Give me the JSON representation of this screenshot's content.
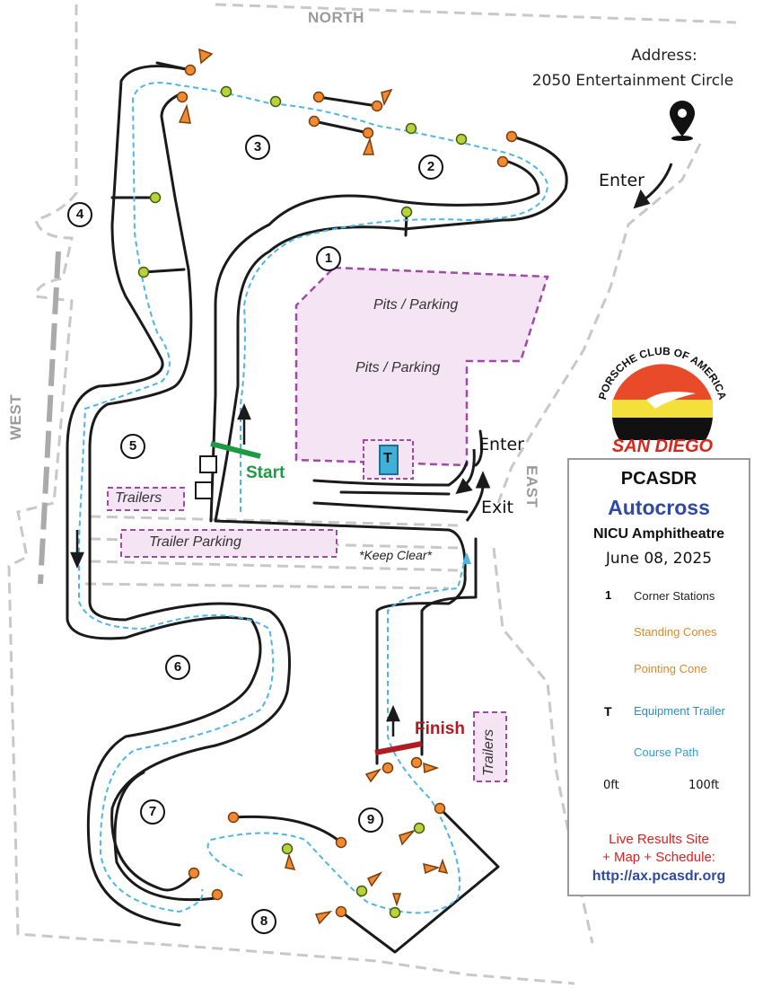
{
  "compass": {
    "north": "NORTH",
    "west": "WEST",
    "east": "EAST"
  },
  "address": {
    "line1": "Address:",
    "line2": "2050 Entertainment Circle"
  },
  "labels": {
    "enter_top": "Enter",
    "enter_side": "Enter",
    "exit": "Exit",
    "pits_1": "Pits / Parking",
    "pits_2": "Pits / Parking",
    "trailers_left": "Trailers",
    "trailer_parking": "Trailer Parking",
    "keep_clear": "*Keep Clear*",
    "trailers_right": "Trailers",
    "start": "Start",
    "finish": "Finish",
    "trailer_icon": "T"
  },
  "corner_stations": [
    "1",
    "2",
    "3",
    "4",
    "5",
    "6",
    "7",
    "8",
    "9"
  ],
  "logo": {
    "top_text": "PORSCHE CLUB OF AMERICA",
    "bottom_text": "SAN DIEGO"
  },
  "legend": {
    "org": "PCASDR",
    "event": "Autocross",
    "venue": "NICU Amphitheatre",
    "date": "June 08, 2025",
    "items": [
      {
        "symbol": "1",
        "label": "Corner Stations",
        "color": "#222222"
      },
      {
        "label": "Standing Cones",
        "color": "#d98a2b"
      },
      {
        "label": "Pointing Cone",
        "color": "#d98a2b"
      },
      {
        "symbol": "T",
        "label": "Equipment Trailer",
        "color": "#2f8fb8"
      },
      {
        "label": "Course Path",
        "color": "#2f9fd0"
      }
    ],
    "scale_start": "0ft",
    "scale_end": "100ft",
    "live_line1": "Live Results Site",
    "live_line2": "+ Map + Schedule:",
    "url": "http://ax.pcasdr.org"
  },
  "colors": {
    "cone_orange": "#f08a32",
    "cone_green": "#b5d33d",
    "path_blue": "#4fb6e3",
    "zone_fill": "#f5e4f3",
    "zone_border": "#a04aa8",
    "start_green": "#1e9a44",
    "finish_red": "#b01c22"
  }
}
